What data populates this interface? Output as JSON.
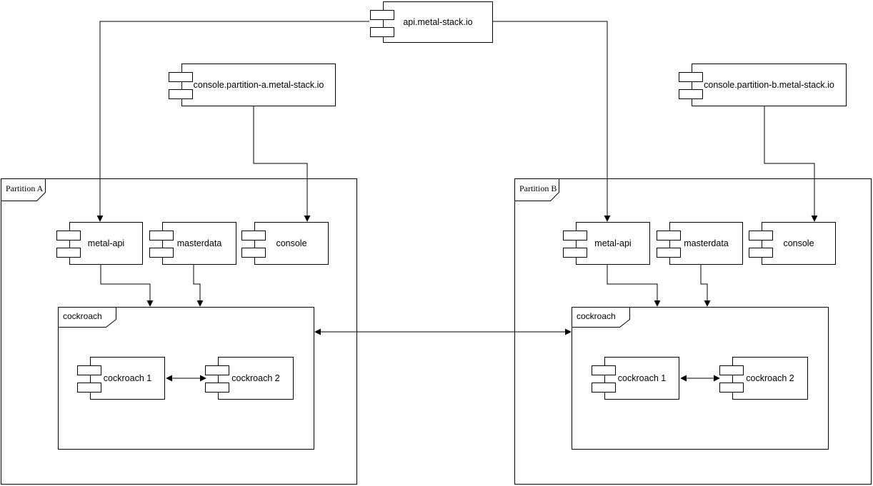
{
  "colors": {
    "stroke": "#000000",
    "fill": "#ffffff"
  },
  "nodes": {
    "api": {
      "label": "api.metal-stack.io"
    },
    "console_a": {
      "label": "console.partition-a.metal-stack.io"
    },
    "console_b": {
      "label": "console.partition-b.metal-stack.io"
    }
  },
  "partition_a": {
    "label": "Partition A",
    "metal_api": {
      "label": "metal-api"
    },
    "masterdata": {
      "label": "masterdata"
    },
    "console": {
      "label": "console"
    },
    "cockroach": {
      "label": "cockroach",
      "node1": {
        "label": "cockroach 1"
      },
      "node2": {
        "label": "cockroach 2"
      }
    }
  },
  "partition_b": {
    "label": "Partition B",
    "metal_api": {
      "label": "metal-api"
    },
    "masterdata": {
      "label": "masterdata"
    },
    "console": {
      "label": "console"
    },
    "cockroach": {
      "label": "cockroach",
      "node1": {
        "label": "cockroach 1"
      },
      "node2": {
        "label": "cockroach 2"
      }
    }
  }
}
